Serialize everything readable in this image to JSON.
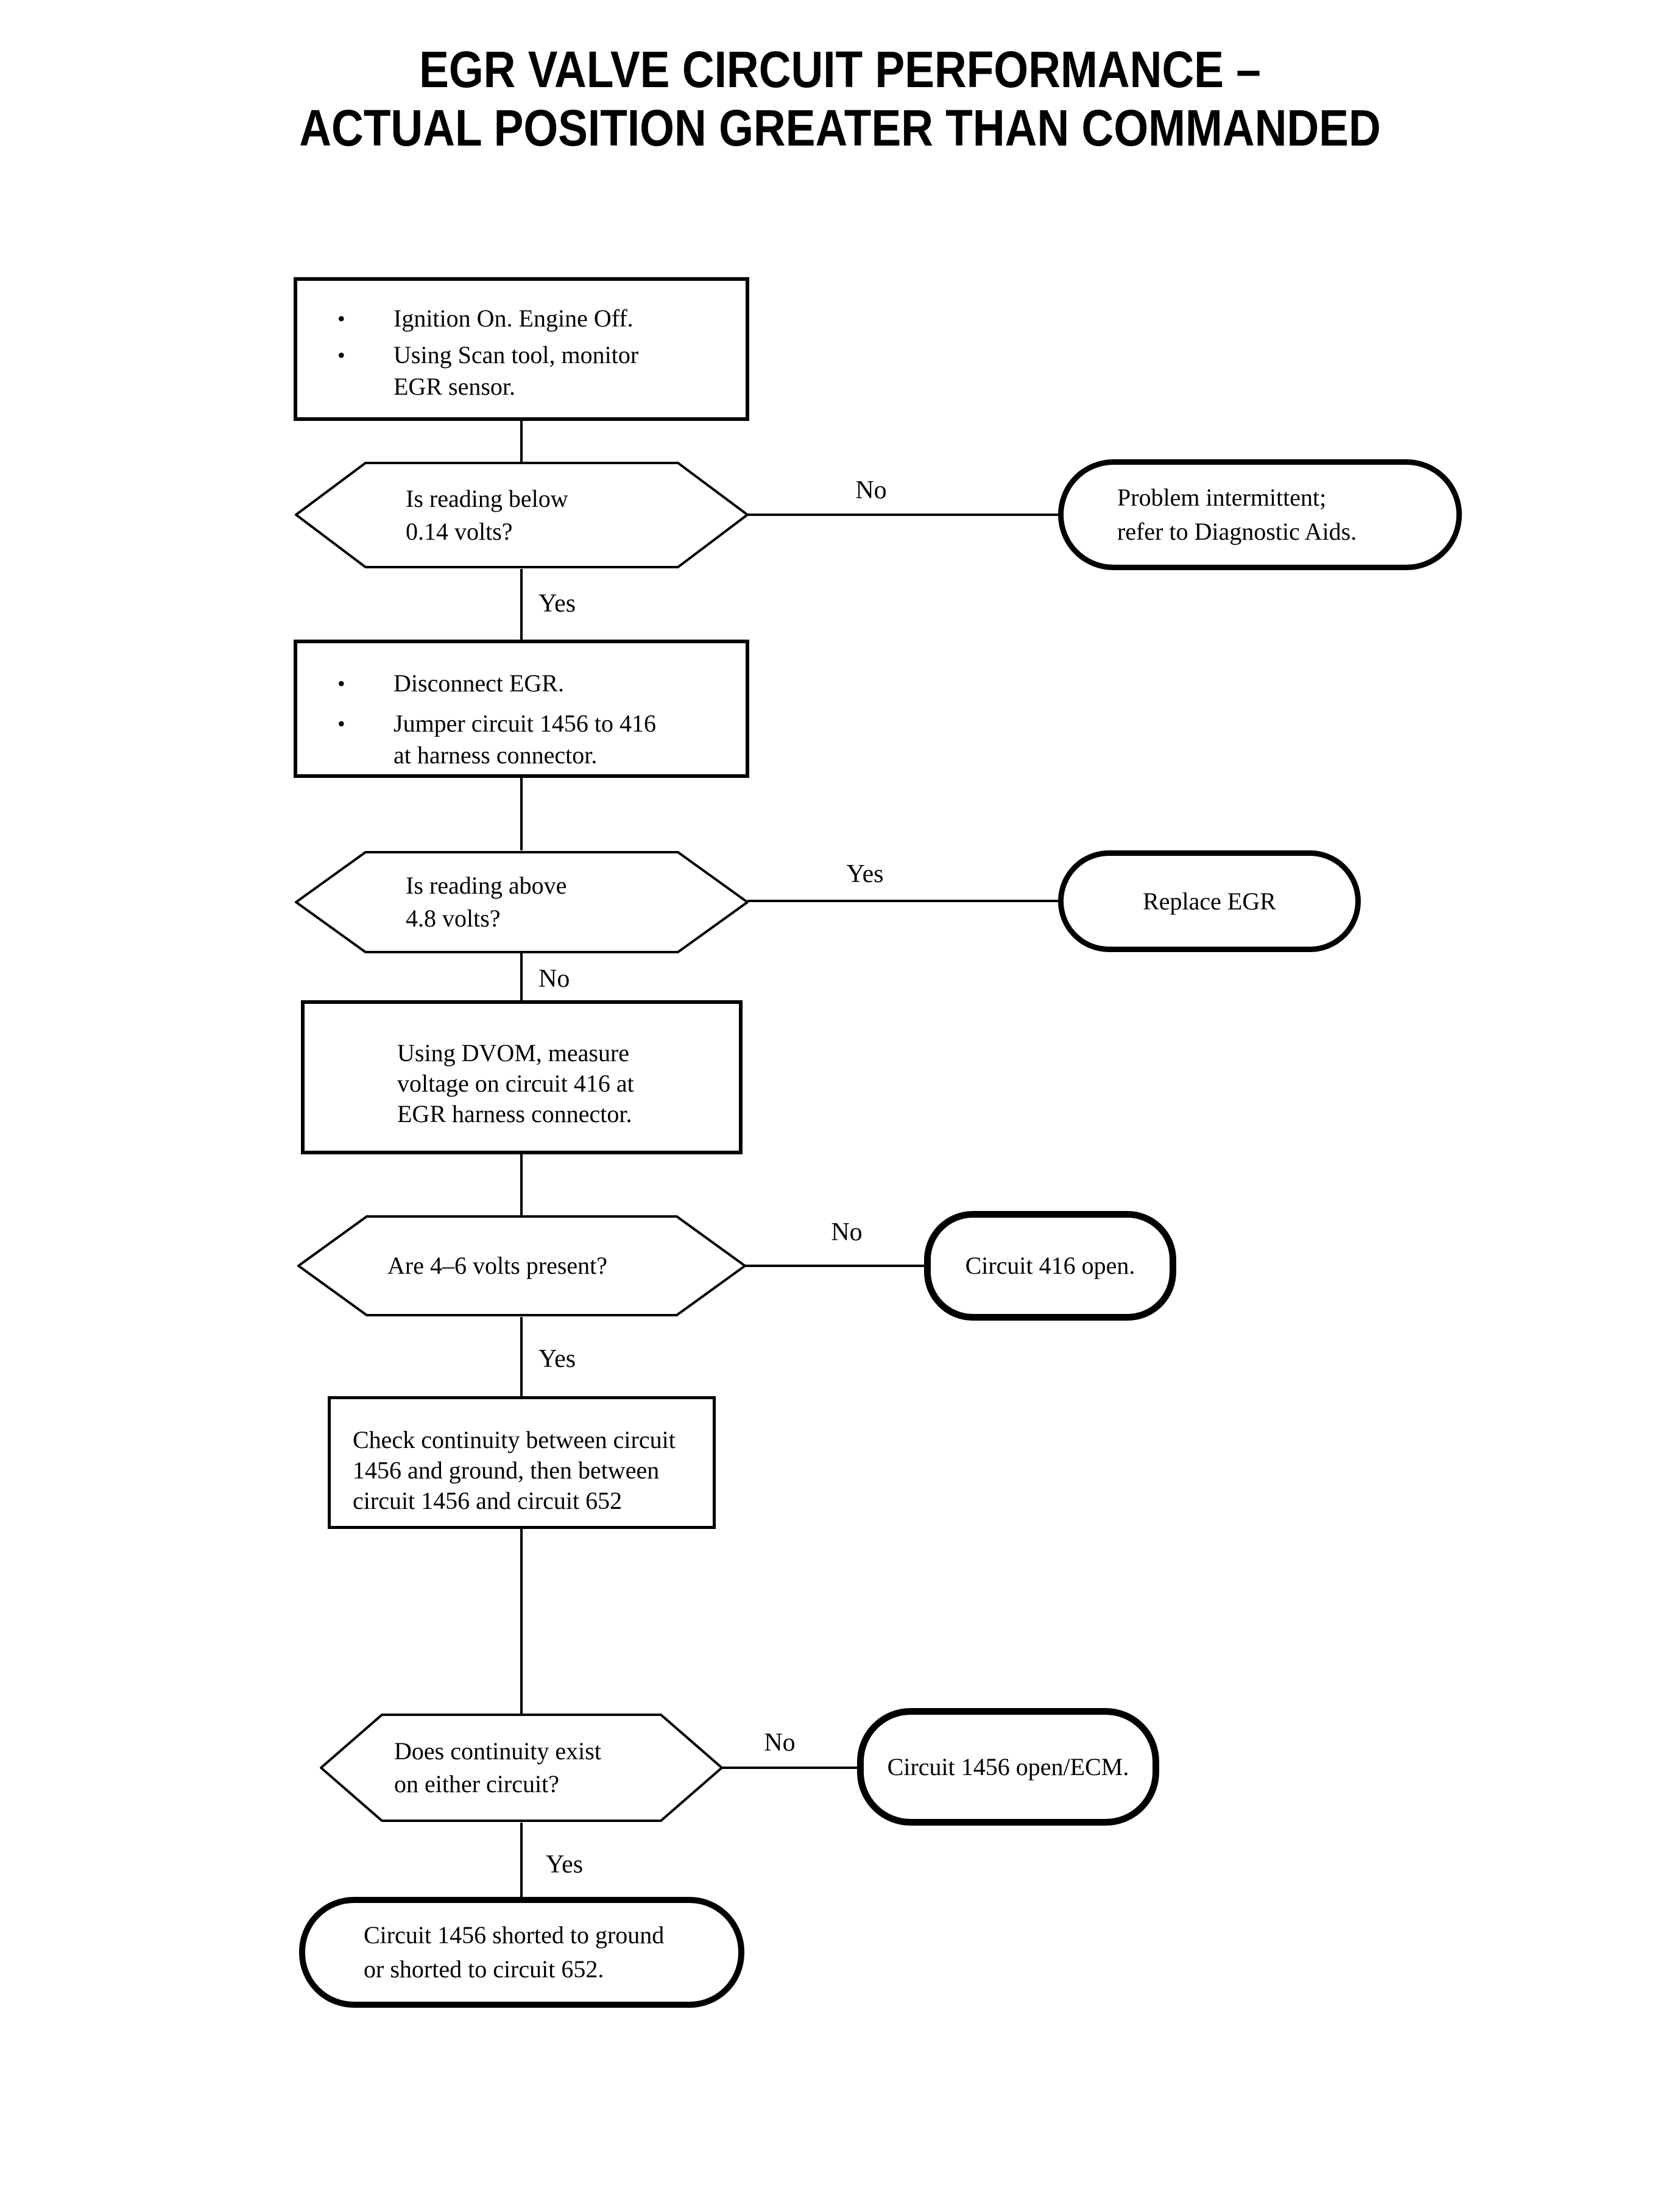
{
  "page": {
    "background": "#ffffff",
    "ink": "#000000"
  },
  "title": {
    "lines": [
      "EGR VALVE CIRCUIT PERFORMANCE –",
      "ACTUAL POSITION GREATER THAN COMMANDED"
    ]
  },
  "glyphs": {
    "bullet": "•"
  },
  "edges": {
    "d1_no": "No",
    "d1_yes": "Yes",
    "d2_yes": "Yes",
    "d2_no": "No",
    "d3_no": "No",
    "d3_yes": "Yes",
    "d4_no": "No",
    "d4_yes": "Yes"
  },
  "nodes": {
    "start": {
      "items": [
        {
          "lines": [
            "Ignition On. Engine Off."
          ]
        },
        {
          "lines": [
            "Using Scan tool, monitor",
            "EGR sensor."
          ]
        }
      ]
    },
    "d1": {
      "lines": [
        "Is reading below",
        "0.14 volts?"
      ]
    },
    "r1": {
      "lines": [
        "Problem intermittent;",
        "refer to Diagnostic Aids."
      ]
    },
    "p2": {
      "items": [
        {
          "lines": [
            "Disconnect EGR."
          ]
        },
        {
          "lines": [
            "Jumper circuit 1456 to 416",
            "at harness connector."
          ]
        }
      ]
    },
    "d2": {
      "lines": [
        "Is reading above",
        "4.8 volts?"
      ]
    },
    "r2": {
      "lines": [
        "Replace EGR"
      ]
    },
    "p3": {
      "lines": [
        "Using DVOM, measure",
        "voltage on circuit 416 at",
        "EGR harness connector."
      ]
    },
    "d3": {
      "lines": [
        "Are 4–6 volts present?"
      ]
    },
    "r3": {
      "lines": [
        "Circuit 416 open."
      ]
    },
    "p4": {
      "lines": [
        "Check continuity between circuit",
        "1456 and ground, then between",
        "circuit 1456 and circuit 652"
      ]
    },
    "d4": {
      "lines": [
        "Does continuity exist",
        "on either circuit?"
      ]
    },
    "r4": {
      "lines": [
        "Circuit 1456 open/ECM."
      ]
    },
    "end": {
      "lines": [
        "Circuit 1456 shorted to ground",
        "or shorted to circuit 652."
      ]
    }
  }
}
